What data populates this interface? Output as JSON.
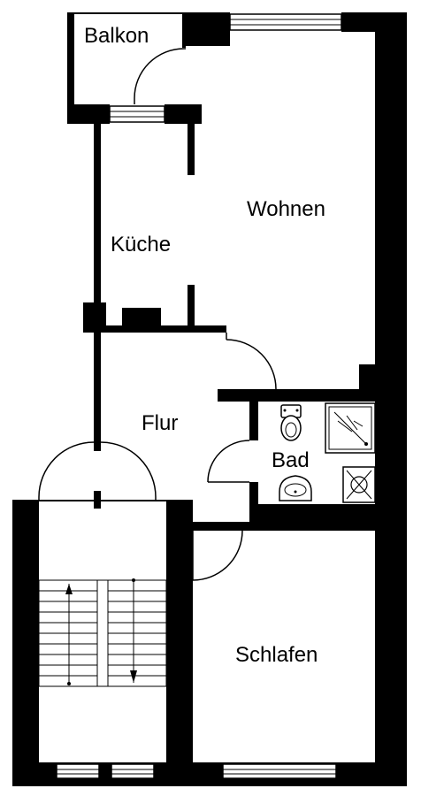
{
  "floor_plan": {
    "rooms": {
      "balkon": "Balkon",
      "wohnen": "Wohnen",
      "kueche": "Küche",
      "flur": "Flur",
      "bad": "Bad",
      "schlafen": "Schlafen"
    },
    "colors": {
      "wall": "#000000",
      "background": "#ffffff"
    }
  }
}
